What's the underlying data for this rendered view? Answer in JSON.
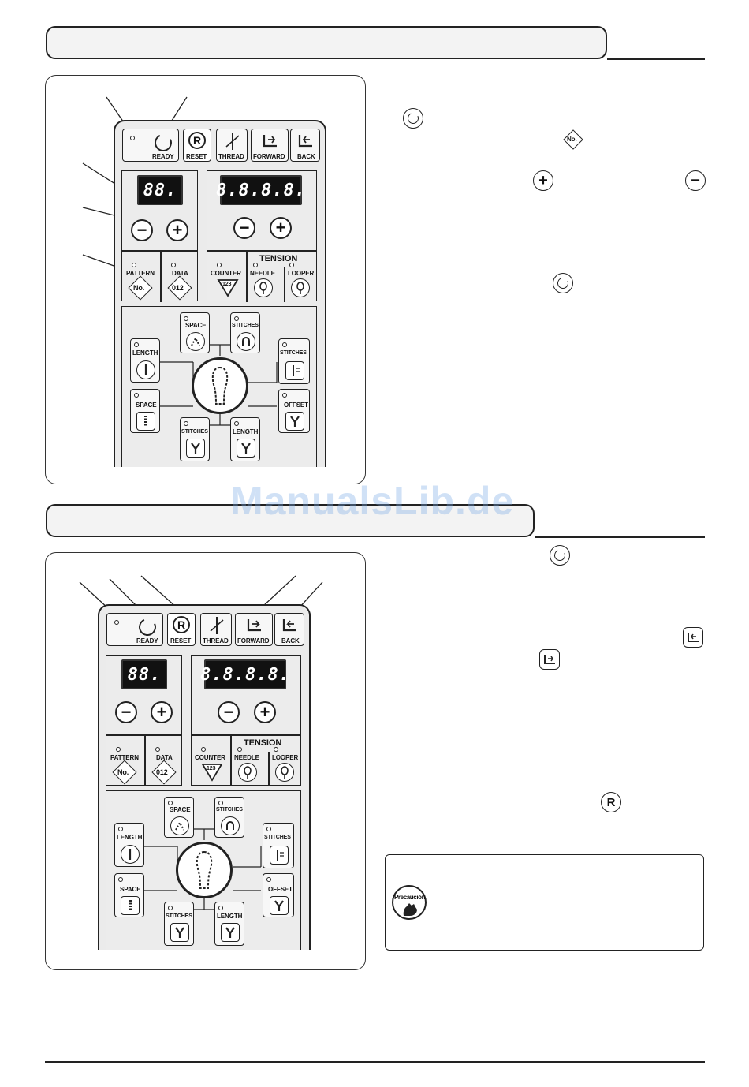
{
  "watermark": "ManualsLib.de",
  "panel": {
    "ready": "READY",
    "reset_letter": "R",
    "reset": "RESET",
    "thread": "THREAD",
    "forward": "FORWARD",
    "back": "BACK",
    "display_small": "88.",
    "display_large": "8.8.8.8.",
    "tension": "TENSION",
    "pattern": "PATTERN",
    "data": "DATA",
    "counter": "COUNTER",
    "needle": "NEEDLE",
    "looper": "LOOPER",
    "no_glyph": "No.",
    "data_glyph": "012",
    "counter_glyph": "123",
    "space": "SPACE",
    "stitches": "STITCHES",
    "length": "LENGTH",
    "offset": "OFFSET",
    "minus": "−",
    "plus": "+"
  },
  "caution": {
    "label": "Precaución"
  },
  "inline_icons": {
    "r_glyph": "R",
    "no_glyph": "No."
  }
}
